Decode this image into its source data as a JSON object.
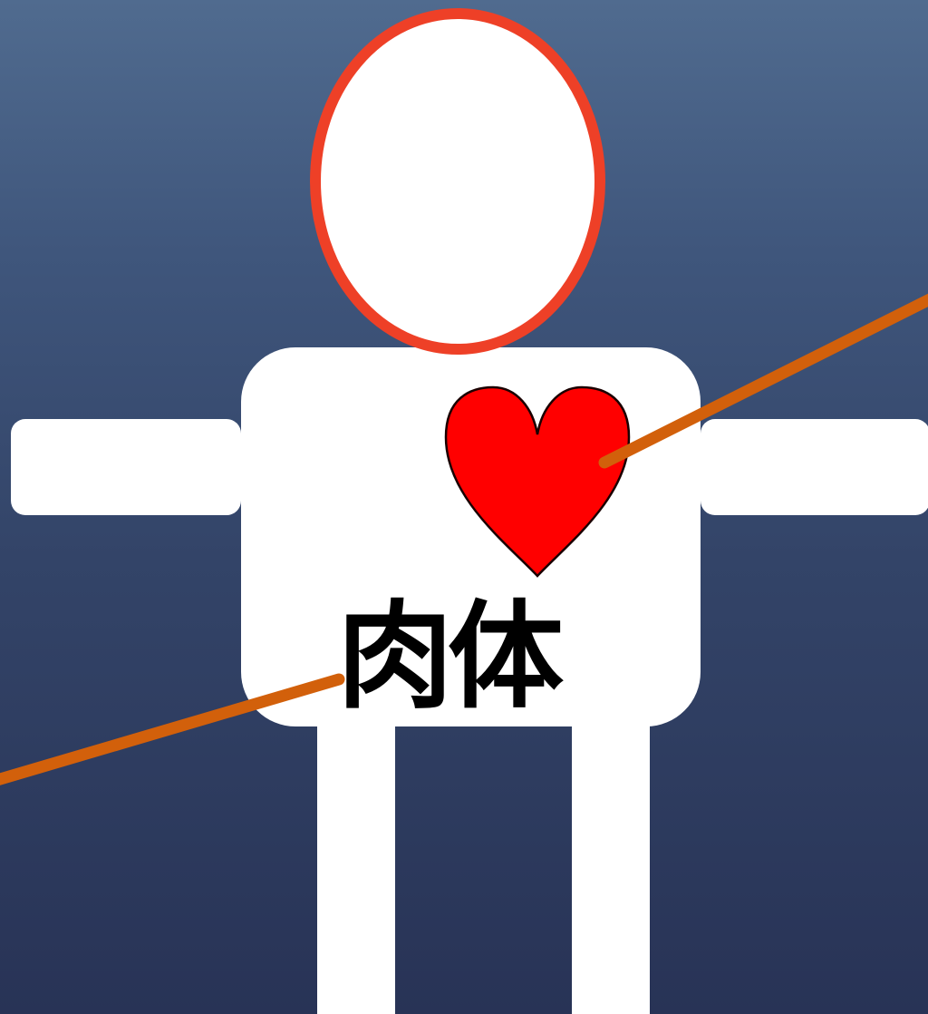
{
  "diagram": {
    "body_label": "肉体",
    "colors": {
      "figure_fill": "#ffffff",
      "head_outline": "#ee4027",
      "heart_fill": "#ff0000",
      "heart_outline": "#1a0000",
      "pointer_lines": "#d2600b",
      "background_top": "#506b8f",
      "background_bottom": "#283356"
    },
    "icons": {
      "heart": "heart-icon",
      "head": "head-oval",
      "figure": "human-figure"
    }
  }
}
